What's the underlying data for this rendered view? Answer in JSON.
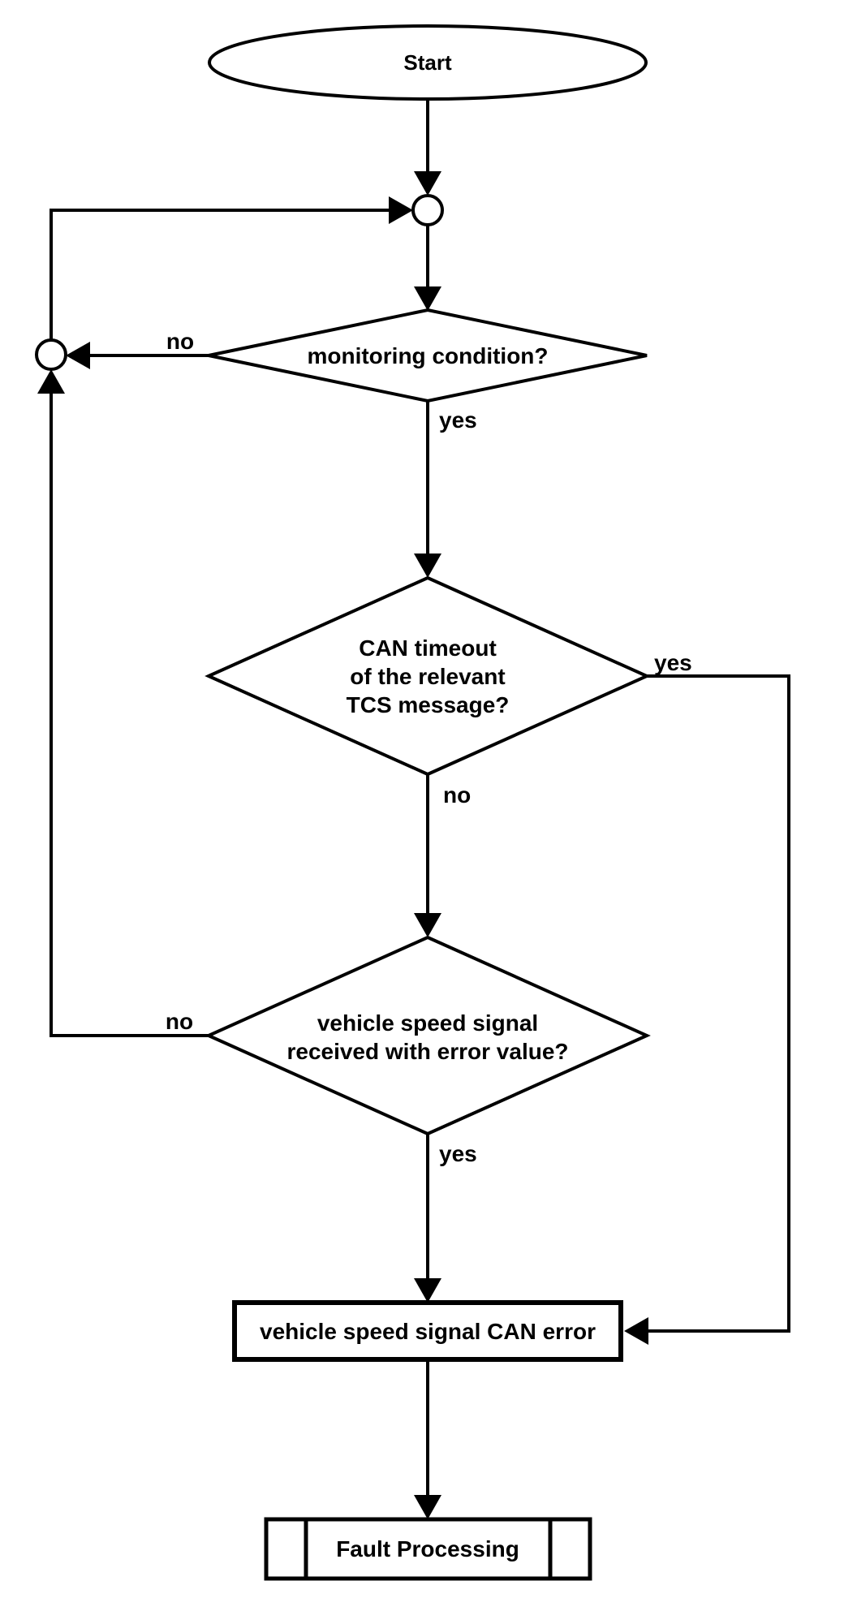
{
  "diagram": {
    "type": "flowchart",
    "background_color": "#ffffff",
    "stroke_color": "#000000",
    "nodes": {
      "start": {
        "shape": "terminator",
        "label": "Start"
      },
      "merge_top": {
        "shape": "connector-circle"
      },
      "merge_left": {
        "shape": "connector-circle"
      },
      "decision_monitoring": {
        "shape": "decision",
        "label": "monitoring condition?"
      },
      "decision_can_timeout": {
        "shape": "decision",
        "line1": "CAN timeout",
        "line2": "of the relevant",
        "line3": "TCS message?"
      },
      "decision_vehicle_speed": {
        "shape": "decision",
        "line1": "vehicle speed signal",
        "line2": "received with error value?"
      },
      "process_can_error": {
        "shape": "process",
        "label": "vehicle speed signal CAN error"
      },
      "subroutine_fault": {
        "shape": "predefined-process",
        "label": "Fault Processing"
      }
    },
    "edge_labels": {
      "monitoring_no": "no",
      "monitoring_yes": "yes",
      "can_timeout_yes": "yes",
      "can_timeout_no": "no",
      "vehicle_speed_no": "no",
      "vehicle_speed_yes": "yes"
    },
    "edges": [
      {
        "from": "start",
        "to": "merge_top"
      },
      {
        "from": "merge_top",
        "to": "decision_monitoring"
      },
      {
        "from": "decision_monitoring",
        "to": "merge_left",
        "label": "no"
      },
      {
        "from": "decision_monitoring",
        "to": "decision_can_timeout",
        "label": "yes"
      },
      {
        "from": "merge_left",
        "to": "merge_top"
      },
      {
        "from": "decision_can_timeout",
        "to": "process_can_error",
        "label": "yes"
      },
      {
        "from": "decision_can_timeout",
        "to": "decision_vehicle_speed",
        "label": "no"
      },
      {
        "from": "decision_vehicle_speed",
        "to": "merge_left",
        "label": "no"
      },
      {
        "from": "decision_vehicle_speed",
        "to": "process_can_error",
        "label": "yes"
      },
      {
        "from": "process_can_error",
        "to": "subroutine_fault"
      }
    ]
  }
}
